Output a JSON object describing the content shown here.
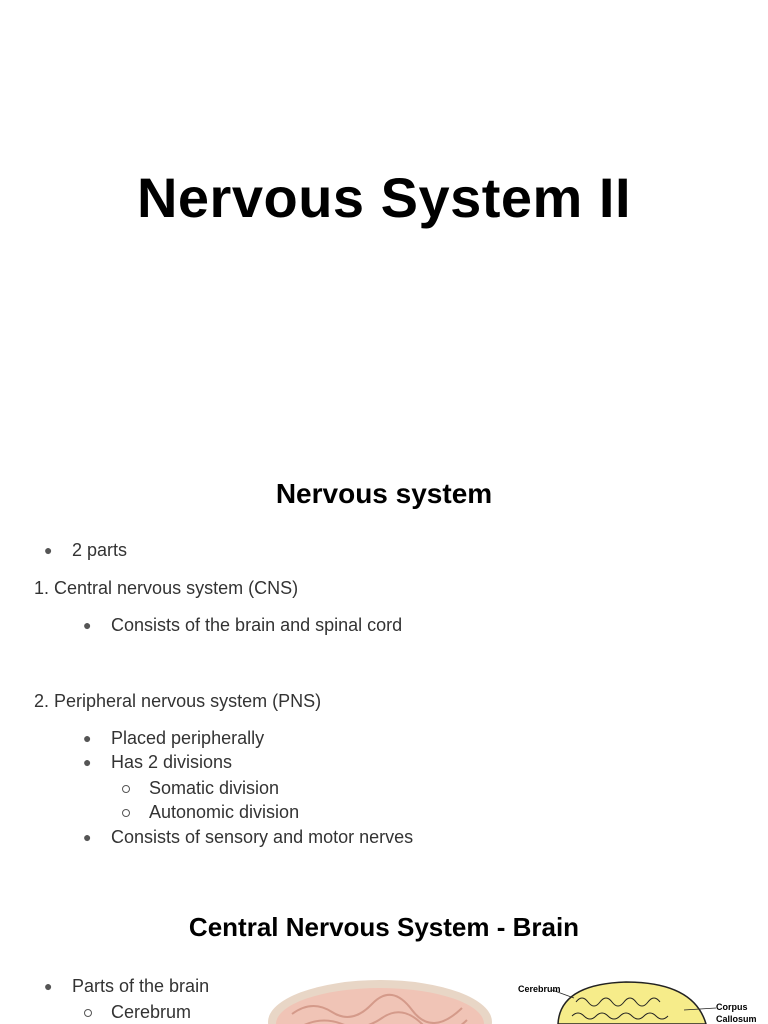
{
  "title_slide": {
    "title": "Nervous System II"
  },
  "slide2": {
    "heading": "Nervous system",
    "items": [
      "2 parts",
      "1. Central nervous system (CNS)",
      "Consists of the brain and spinal cord",
      "2. Peripheral nervous system (PNS)",
      "Placed peripherally",
      "Has 2 divisions",
      "Somatic division",
      "Autonomic division",
      "Consists of sensory and motor nerves"
    ]
  },
  "slide3": {
    "heading": "Central Nervous System - Brain",
    "items": [
      "Parts of the brain",
      "Cerebrum"
    ],
    "diagram_labels": {
      "left": "Cerebrum",
      "right_1": "Corpus",
      "right_2": "Callosum"
    }
  },
  "colors": {
    "text": "#333333",
    "heading": "#000000",
    "brain_pink": "#f0c4b6",
    "brain_yellow": "#f6ec8a"
  }
}
